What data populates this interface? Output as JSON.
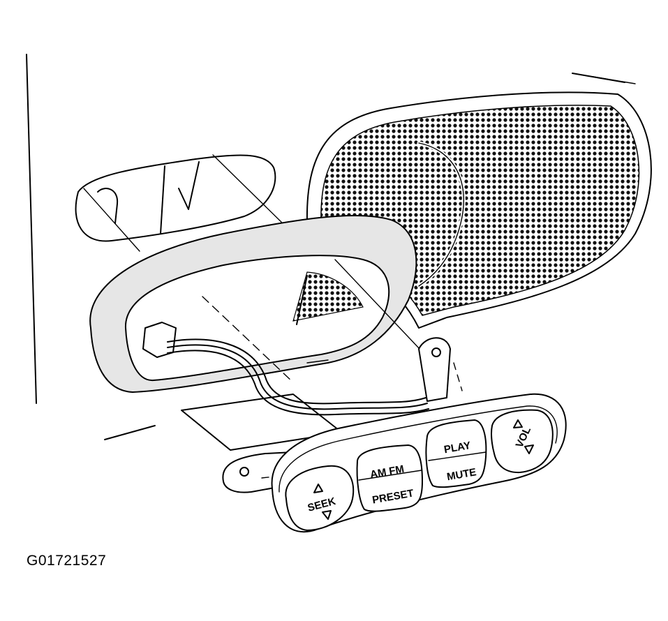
{
  "figure_id": "G01721527",
  "buttons": {
    "seek": "SEEK",
    "am_fm": "AM FM",
    "preset": "PRESET",
    "play": "PLAY",
    "mute": "MUTE",
    "vol": "VOL"
  }
}
